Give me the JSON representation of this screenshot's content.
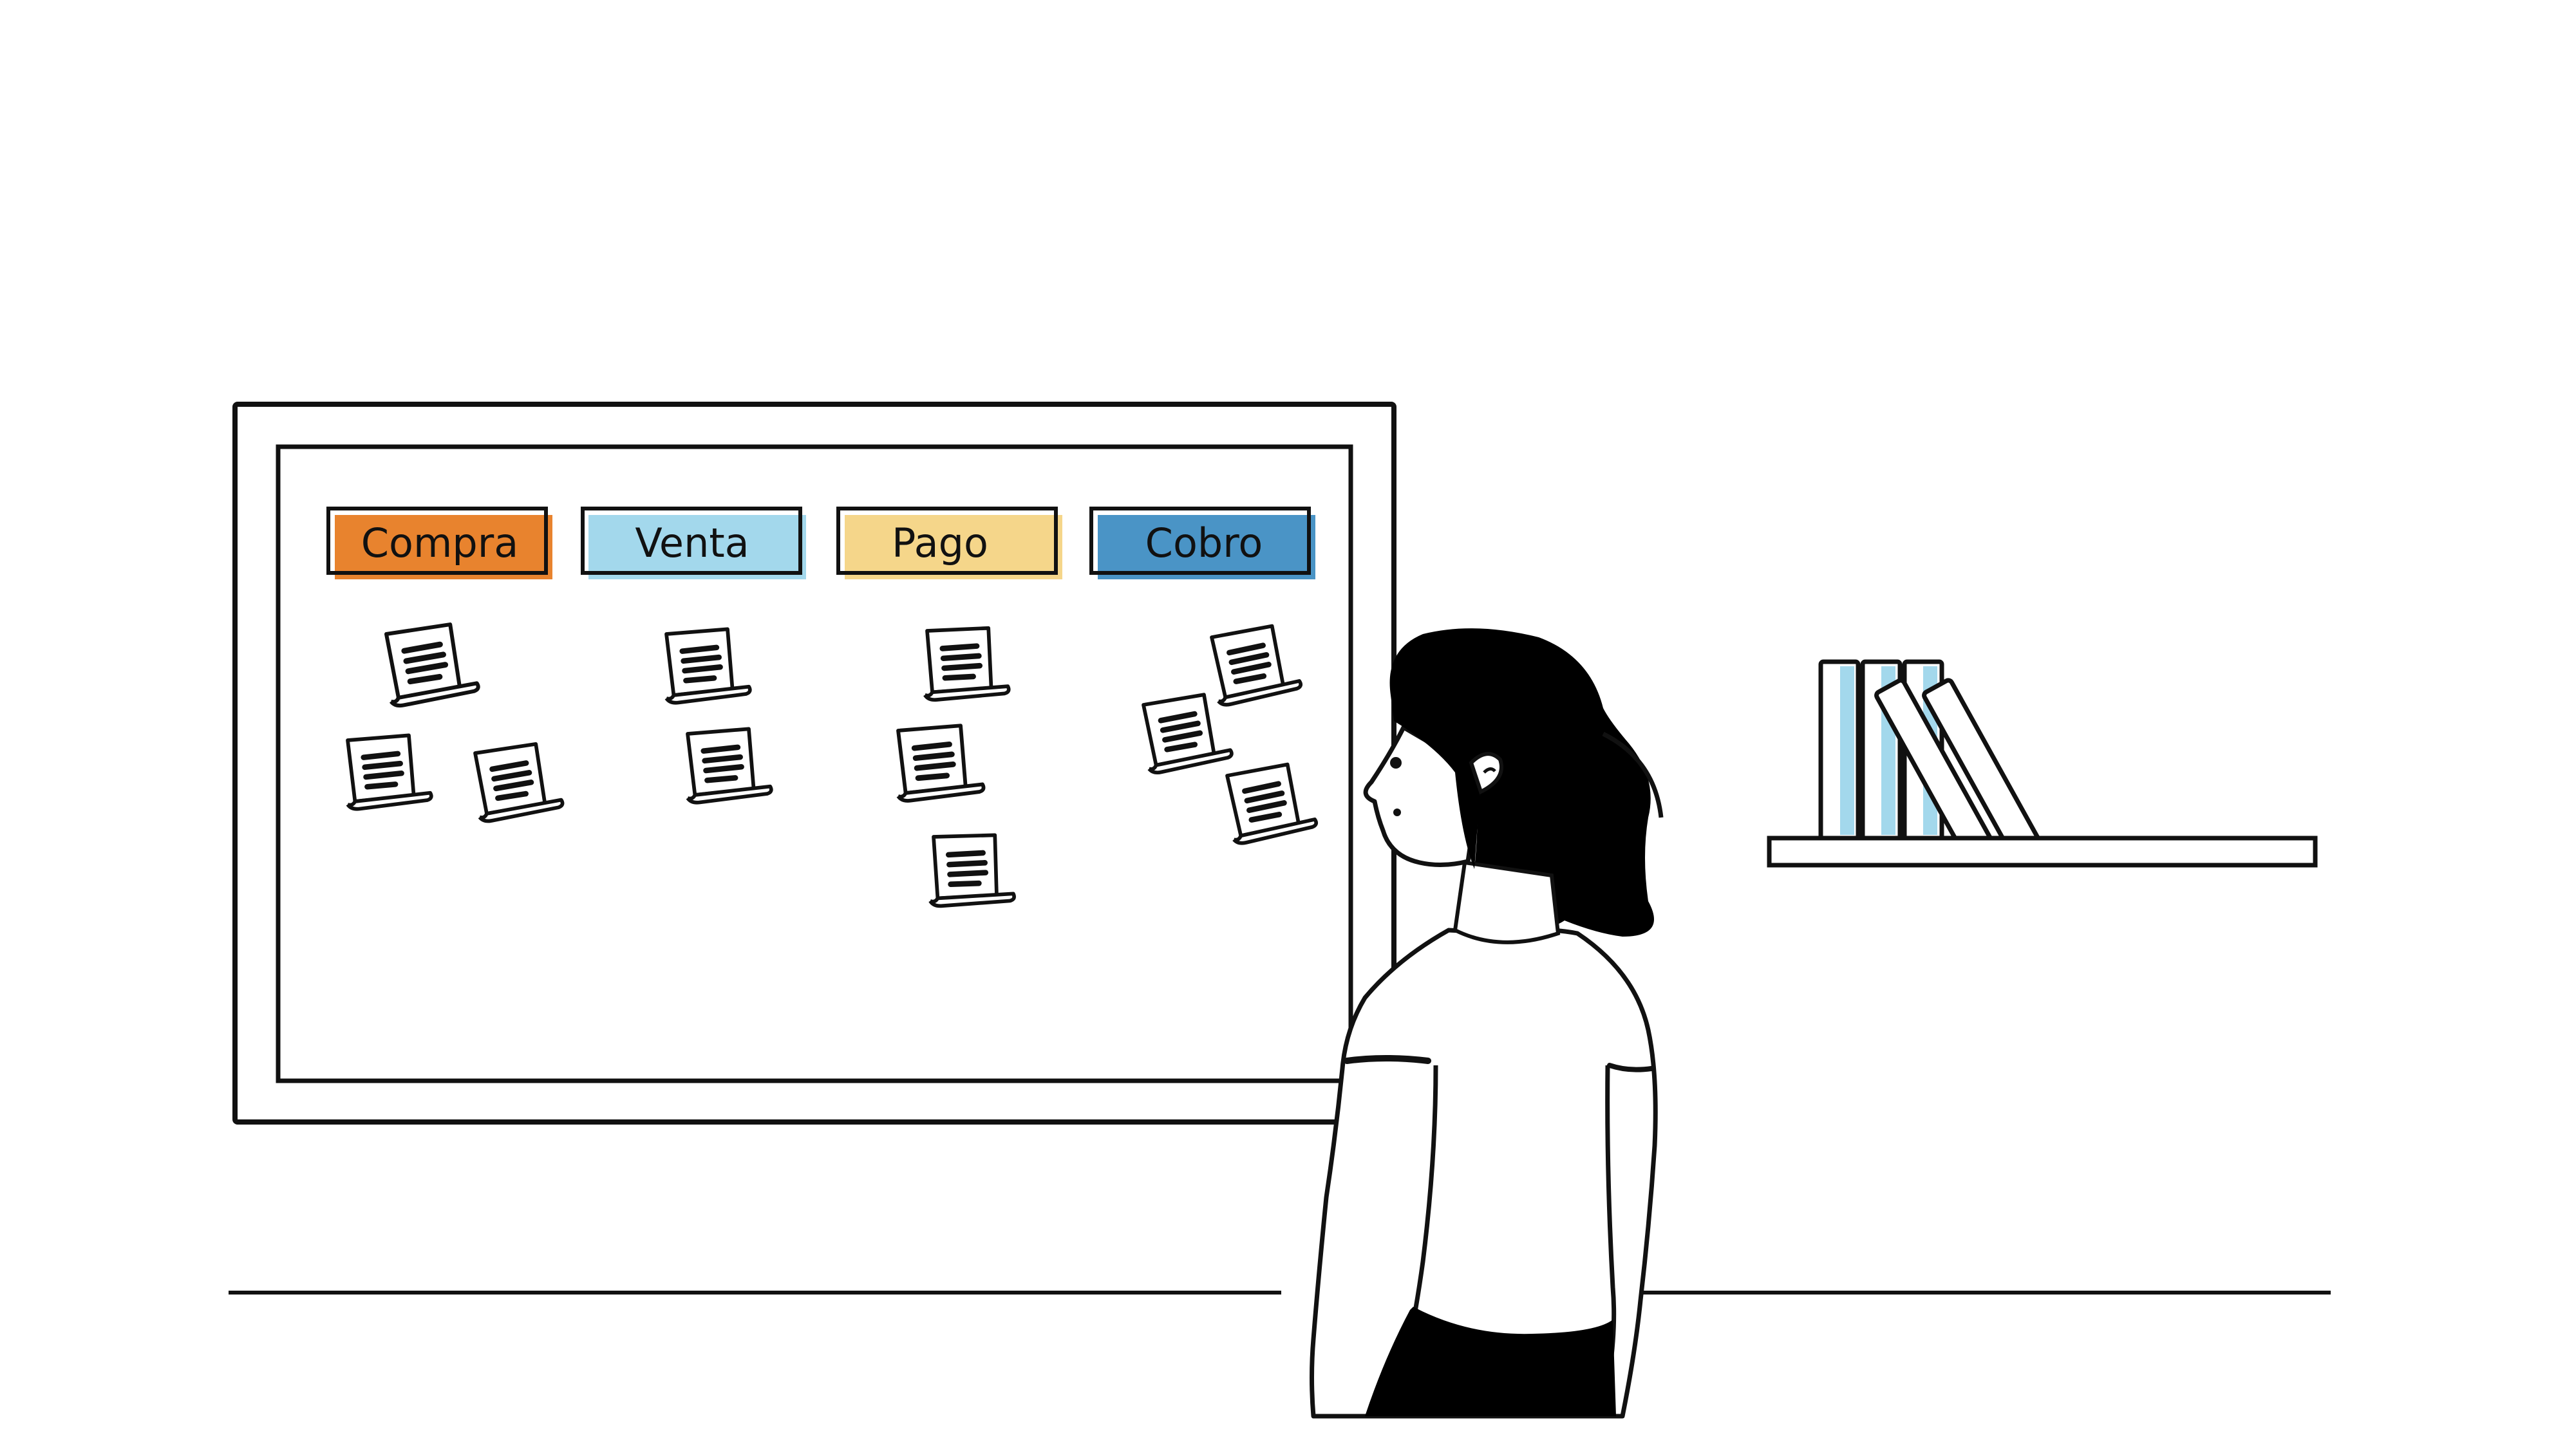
{
  "board": {
    "columns": [
      {
        "label": "Compra",
        "color": "#E8832E",
        "notes": 3
      },
      {
        "label": "Venta",
        "color": "#A3D8EC",
        "notes": 2
      },
      {
        "label": "Pago",
        "color": "#F5D68A",
        "notes": 3
      },
      {
        "label": "Cobro",
        "color": "#4A94C6",
        "notes": 3
      }
    ]
  },
  "colors": {
    "stroke": "#111111",
    "background": "#ffffff",
    "book_accent": "#A3D8EC",
    "hair": "#000000"
  }
}
